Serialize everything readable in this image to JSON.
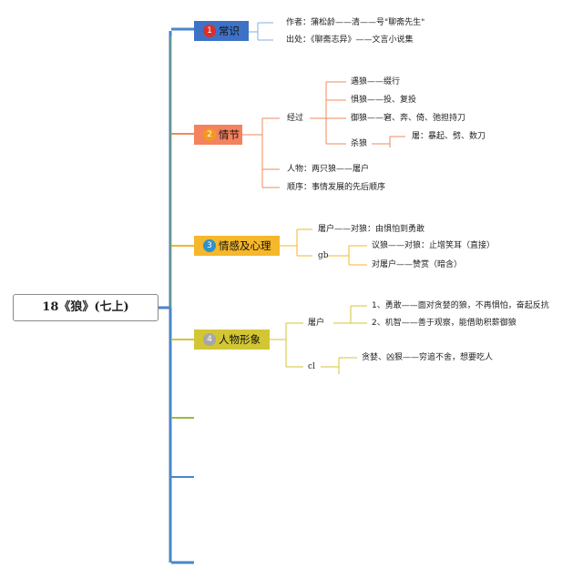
{
  "root": {
    "title": "18《狼》(七上)"
  },
  "branches": [
    {
      "num": "1",
      "label": "常识",
      "bg": "#3d72c6",
      "num_color": "#d9302c",
      "items": [
        "作者：蒲松龄——清——号\"聊斋先生\"",
        "出处：《聊斋志异》——文言小说集"
      ]
    },
    {
      "num": "2",
      "label": "情节",
      "bg": "#f4825f",
      "num_color": "#f29a1d",
      "items": {
        "jingguo": "经过",
        "yulang": "遇狼——缀行",
        "julang": "惧狼——投、复投",
        "yulang2": "御狼——窘、奔、倚、弛担持刀",
        "shalang": "杀狼",
        "tu": "屠：暴起、劈、数刀",
        "renwu": "人物：两只狼——屠户",
        "shunxu": "顺序：事情发展的先后顺序"
      }
    },
    {
      "num": "3",
      "label": "情感及心理",
      "bg": "#f5b72b",
      "num_color": "#2f92c8",
      "items": {
        "tuhu": "屠户——对狼：由惧怕到勇敢",
        "gb": "gb",
        "yilang": "议狼——对狼：止增笑耳（直接）",
        "duituhu": "对屠户——赞赏（暗含）"
      }
    },
    {
      "num": "4",
      "label": "人物形象",
      "bg": "#d3c634",
      "num_color": "#a7a7a7",
      "items": {
        "tuhu": "屠户",
        "yonggan": "1、勇敢——面对贪婪的狼，不再惧怕，奋起反抗",
        "jizhi": "2、机智——善于观察，能借助积薪御狼",
        "cl": "cl",
        "tanlan": "贪婪、凶狠——穷追不舍，想要吃人"
      }
    }
  ],
  "colors": {
    "spine": "#4a86c8",
    "green": "#9dbb3a",
    "orange": "#f08a5d",
    "yellow": "#f5b72b",
    "olive": "#d3c634",
    "blue_thin": "#7fb0e0"
  }
}
